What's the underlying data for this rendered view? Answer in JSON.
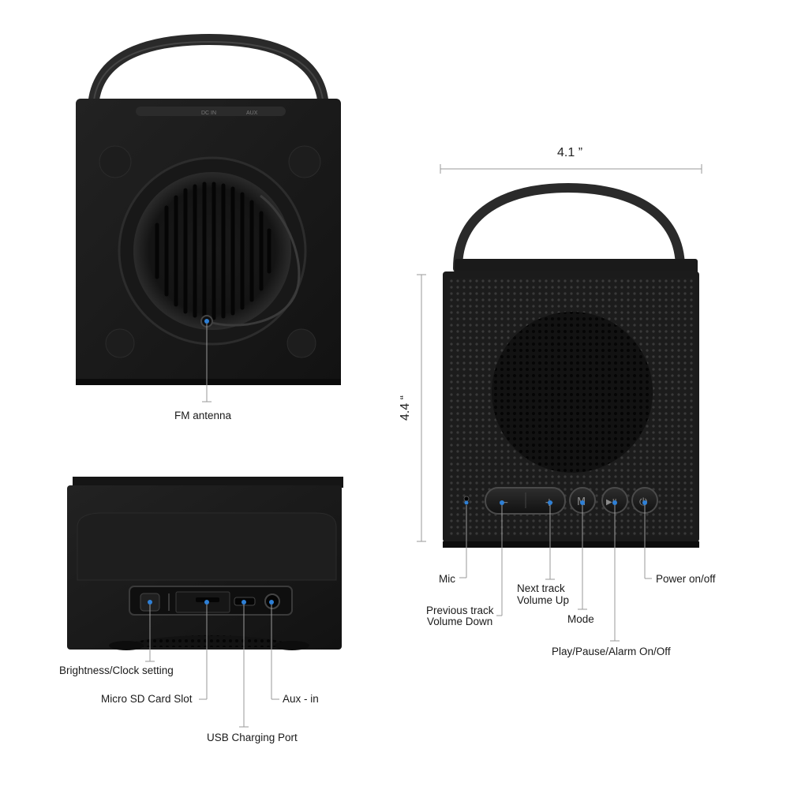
{
  "dimensions": {
    "width_label": "4.1 ”",
    "height_label": "4.4 “"
  },
  "views": {
    "back": {
      "callouts": [
        {
          "id": "fm-antenna",
          "text": "FM antenna"
        }
      ],
      "top_panel_marks": [
        "DC IN",
        "AUX"
      ]
    },
    "bottom": {
      "callouts": [
        {
          "id": "brightness-clock-setting",
          "text": "Brightness/Clock setting"
        },
        {
          "id": "micro-sd-card-slot",
          "text": "Micro SD Card Slot"
        },
        {
          "id": "aux-in",
          "text": "Aux - in"
        },
        {
          "id": "usb-charging-port",
          "text": "USB Charging Port"
        }
      ]
    },
    "front": {
      "callouts": [
        {
          "id": "mic",
          "text": "Mic"
        },
        {
          "id": "previous-track",
          "text": "Previous track",
          "text2": "Volume Down"
        },
        {
          "id": "next-track",
          "text": "Next track",
          "text2": "Volume Up"
        },
        {
          "id": "mode",
          "text": "Mode"
        },
        {
          "id": "play-pause",
          "text": "Play/Pause/Alarm On/Off"
        },
        {
          "id": "power",
          "text": "Power on/off"
        }
      ],
      "button_glyphs": {
        "minus": "−",
        "plus": "+",
        "mode": "M",
        "play": "▶II",
        "power": "⏻"
      }
    }
  },
  "colors": {
    "body": "#161616",
    "body_edge": "#2a2a2a",
    "marker_dot": "#2f80d6",
    "leader_line": "#9a9a9a"
  }
}
